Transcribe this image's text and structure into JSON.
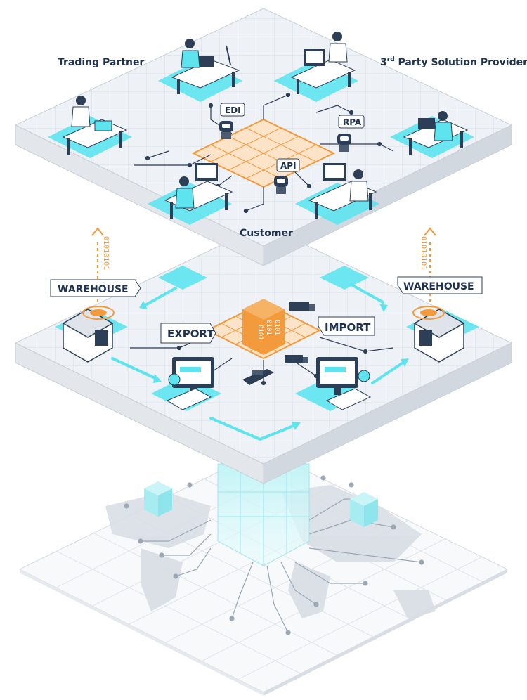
{
  "labels": {
    "trading_partner": "Trading Partner",
    "third_party_prefix": "3",
    "third_party_sup": "rd",
    "third_party_rest": " Party Solution Provider",
    "customer": "Customer",
    "edi": "EDI",
    "rpa": "RPA",
    "api": "API",
    "warehouse_left": "WAREHOUSE",
    "warehouse_right": "WAREHOUSE",
    "export": "EXPORT",
    "import": "IMPORT",
    "binary_left": "01010101",
    "binary_right": "01010101",
    "binary_center_1": "0101",
    "binary_center_2": "0101",
    "binary_center_3": "0101"
  },
  "colors": {
    "cyan": "#5de4ef",
    "orange": "#f39a3d",
    "navy": "#1f3350",
    "tile": "#eef1f5",
    "edge": "#c9d0d9"
  },
  "icons": {
    "robot": "robot-icon",
    "monitor": "monitor-icon",
    "warehouse": "warehouse-icon",
    "globe": "globe-icon",
    "truck": "truck-icon",
    "ship": "ship-icon"
  }
}
